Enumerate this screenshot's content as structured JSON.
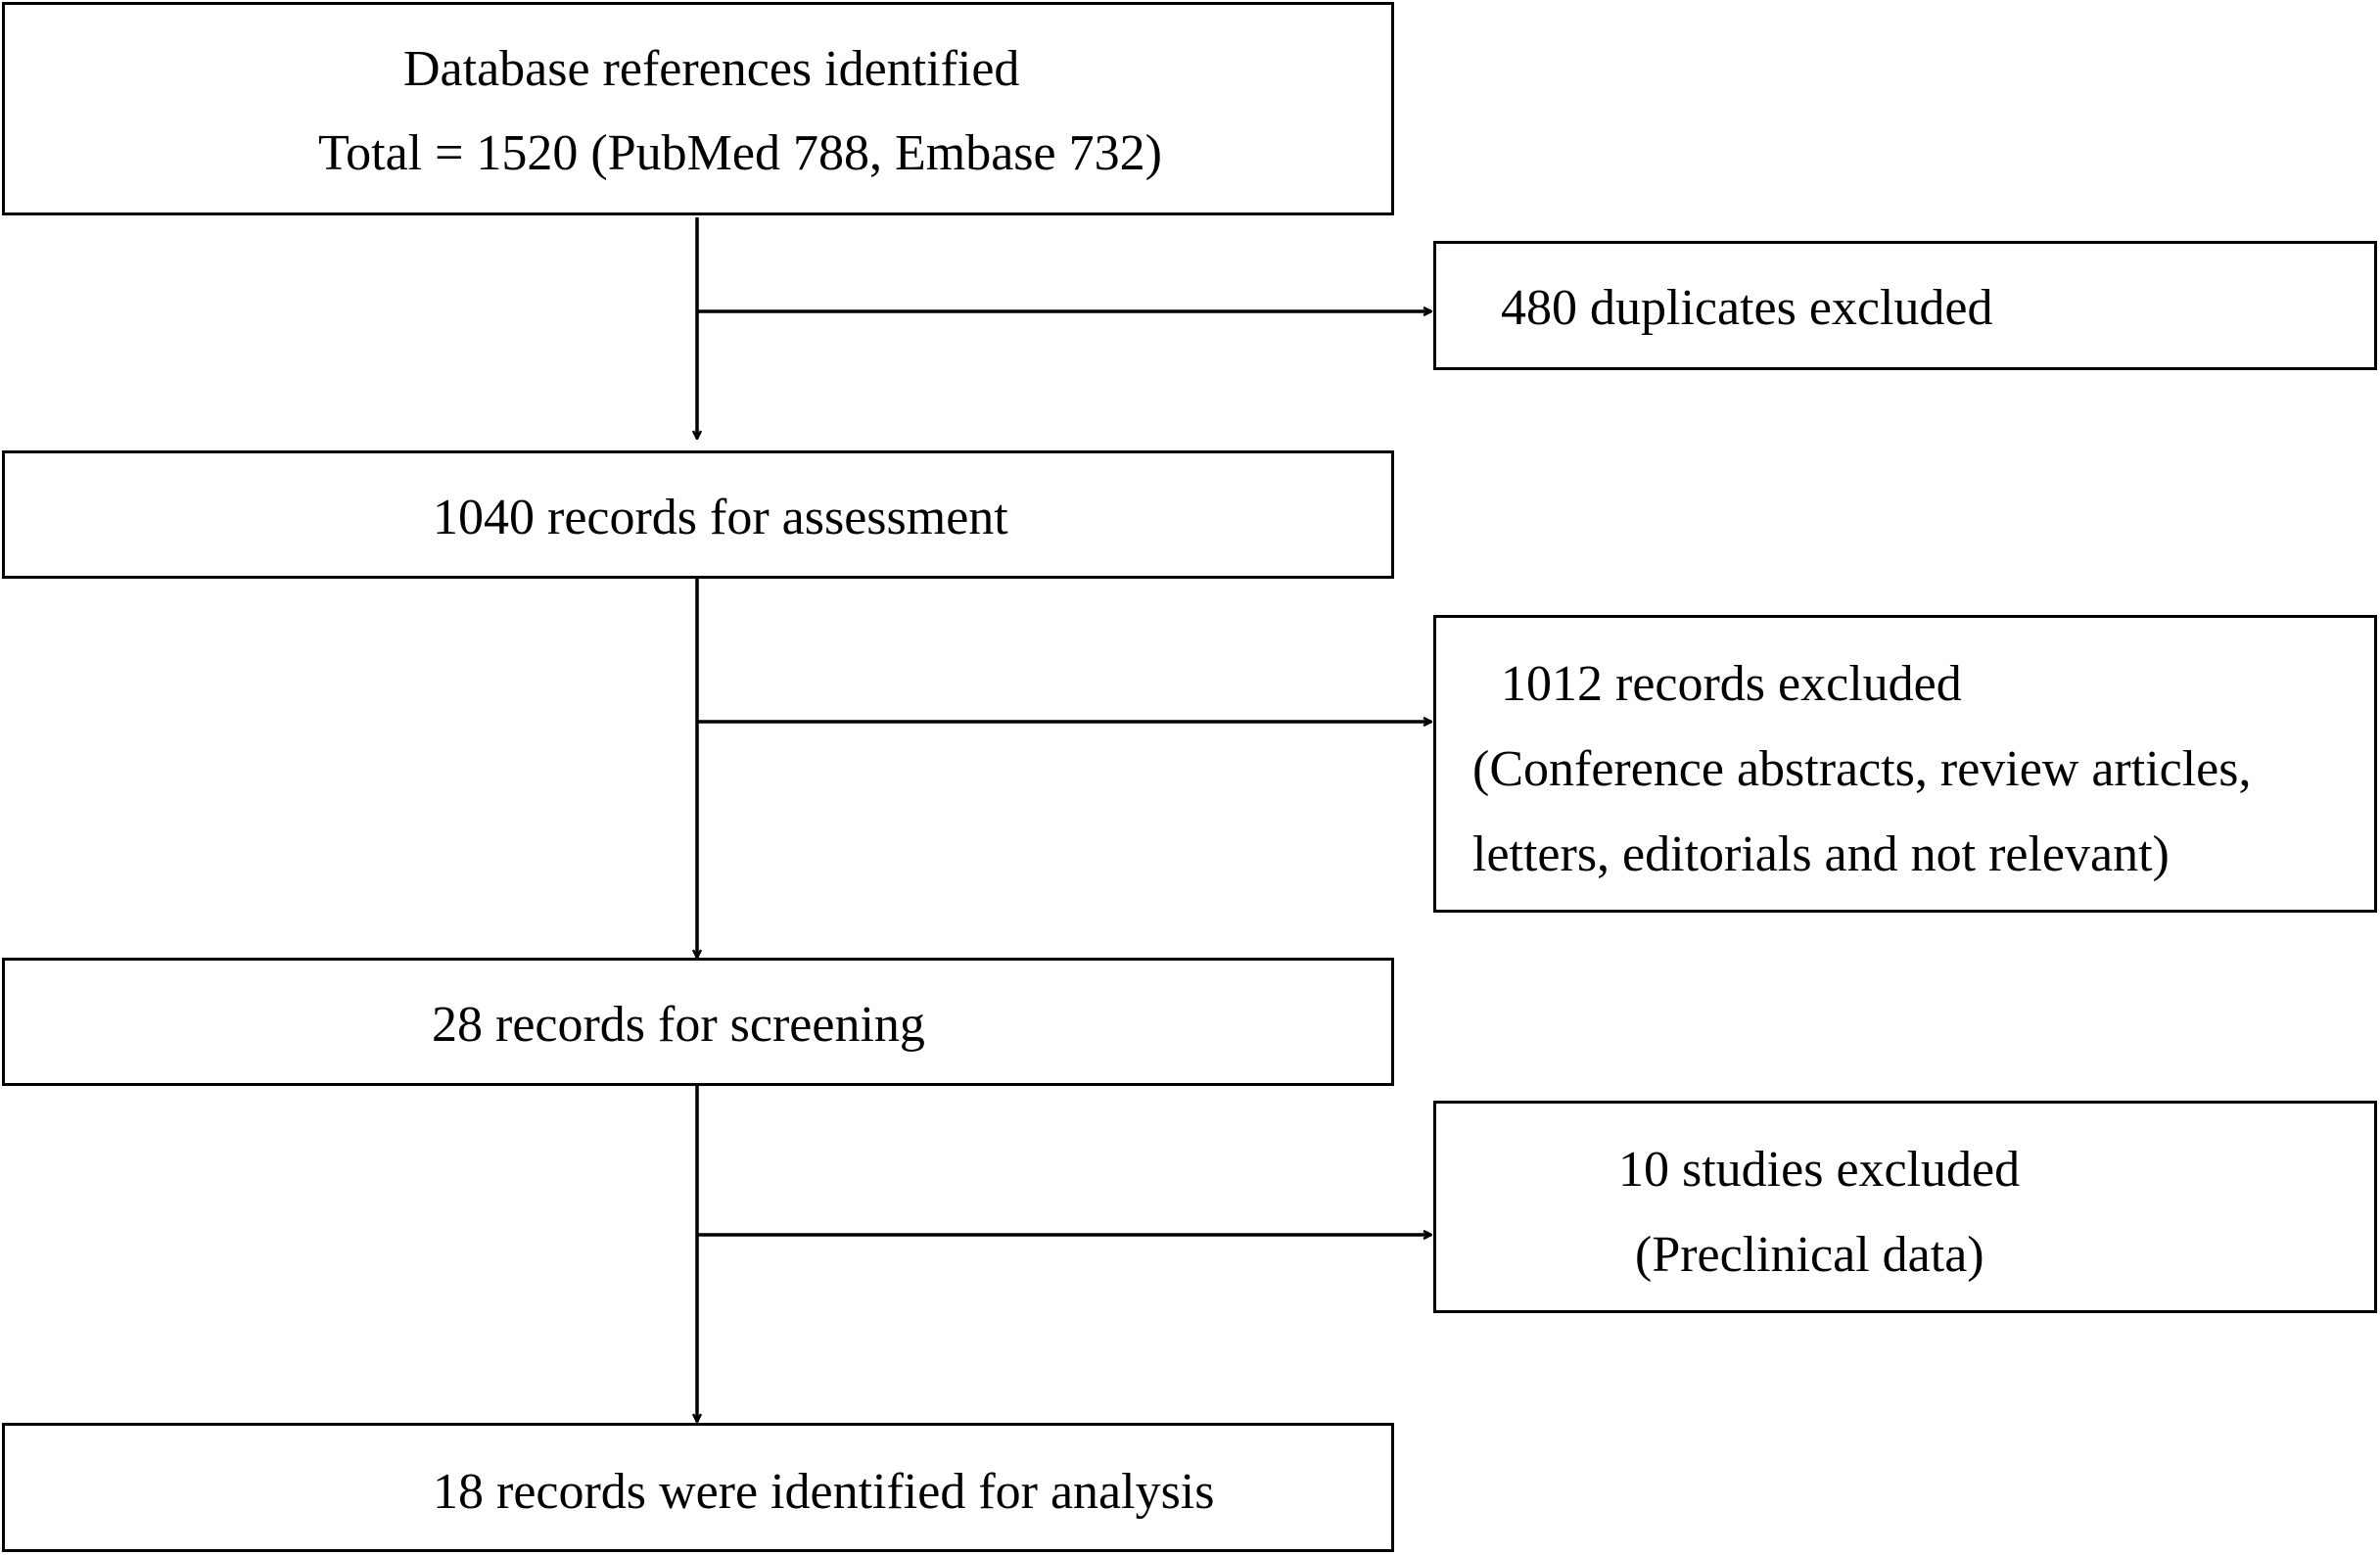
{
  "flowchart": {
    "main_steps": {
      "identified": {
        "line1": "Database references identified",
        "line2": "Total = 1520 (PubMed 788, Embase 732)"
      },
      "assessment": {
        "label": "1040 records for assessment"
      },
      "screening": {
        "label": "28 records for screening"
      },
      "analysis": {
        "label": "18 records were identified for analysis"
      }
    },
    "exclusions": {
      "duplicates": {
        "label": "480 duplicates excluded"
      },
      "records": {
        "line1": "1012 records excluded",
        "line2": "(Conference abstracts, review articles,",
        "line3": "letters, editorials and not relevant)"
      },
      "studies": {
        "line1": "10 studies excluded",
        "line2": "(Preclinical data)"
      }
    }
  }
}
